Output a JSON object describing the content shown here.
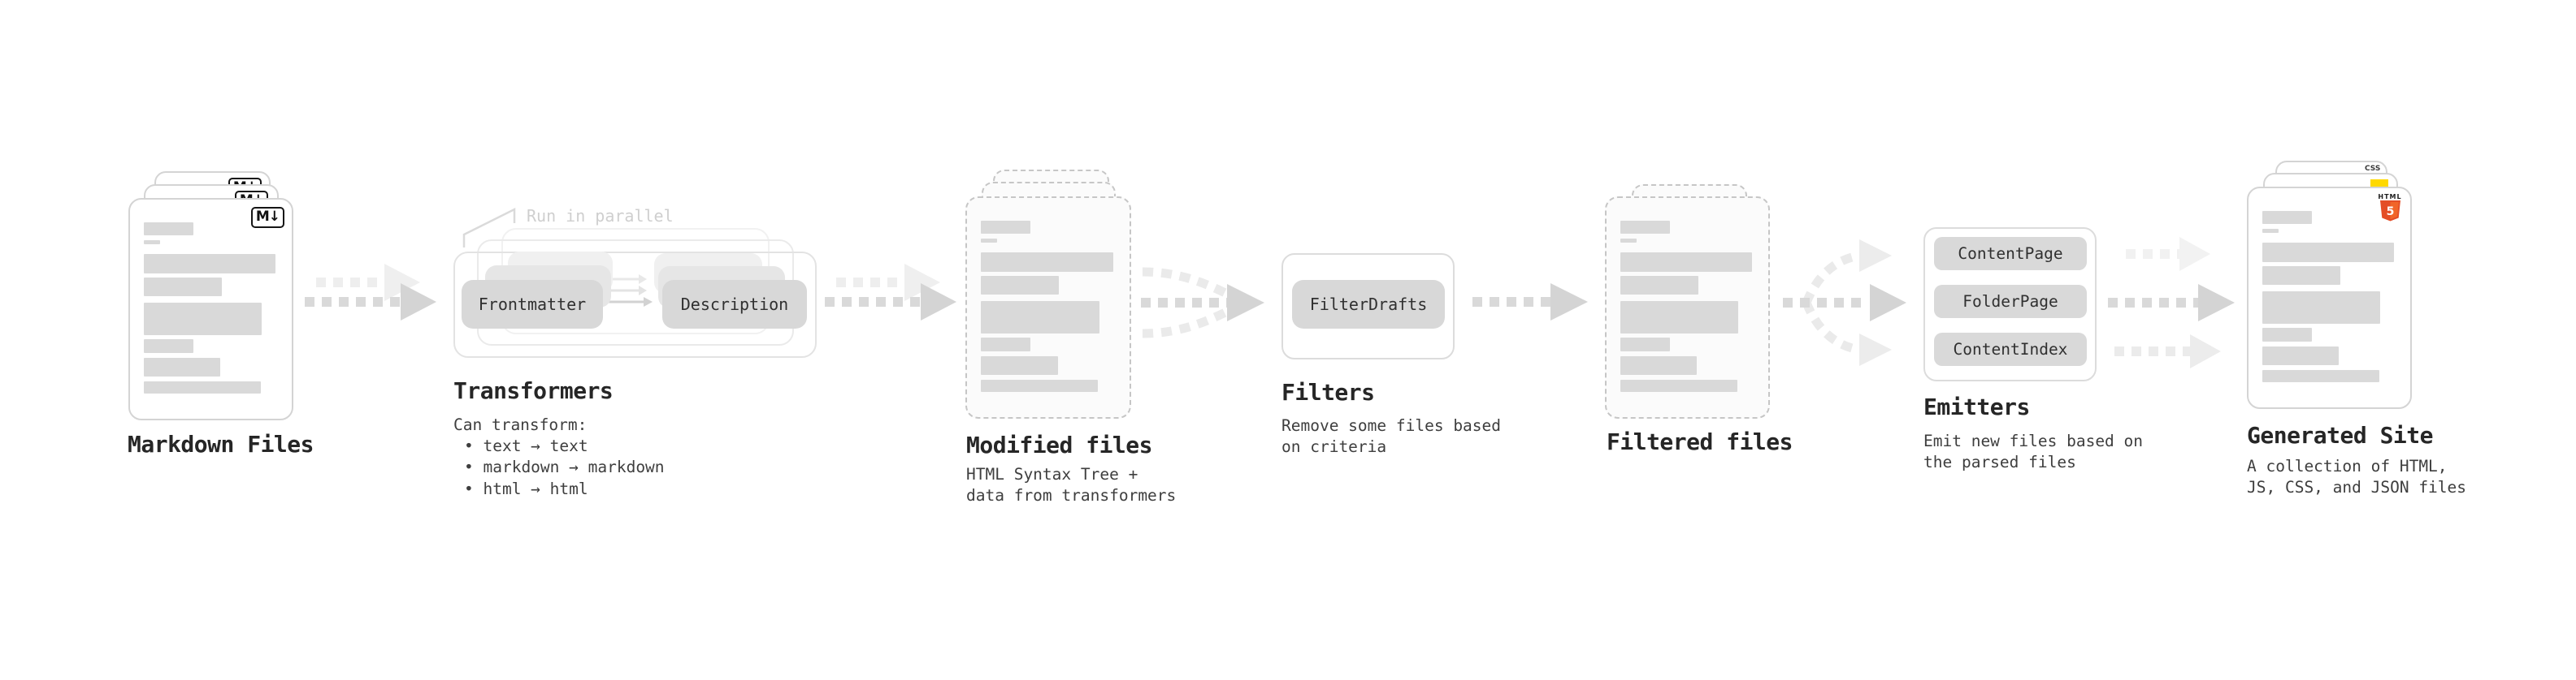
{
  "diagram": {
    "stages": {
      "markdown_files": {
        "label": "Markdown Files",
        "badge": "M↓"
      },
      "transformers": {
        "label": "Transformers",
        "note": "Run in parallel",
        "pills": [
          "Frontmatter",
          "Description"
        ],
        "desc_title": "Can transform:",
        "bullets": [
          "• text → text",
          "• markdown → markdown",
          "• html → html"
        ]
      },
      "modified_files": {
        "label": "Modified files",
        "desc": [
          "HTML Syntax Tree +",
          "data from transformers"
        ]
      },
      "filters": {
        "label": "Filters",
        "pill": "FilterDrafts",
        "desc": [
          "Remove some files based",
          "on criteria"
        ]
      },
      "filtered_files": {
        "label": "Filtered files"
      },
      "emitters": {
        "label": "Emitters",
        "buttons": [
          "ContentPage",
          "FolderPage",
          "ContentIndex"
        ],
        "desc": [
          "Emit new files based on",
          "the parsed files"
        ]
      },
      "generated_site": {
        "label": "Generated Site",
        "desc": [
          "A collection of HTML,",
          "JS, CSS, and JSON files"
        ],
        "badges": {
          "css": "CSS",
          "html": "HTML",
          "five": "5"
        }
      }
    },
    "colors": {
      "skeleton_bar": "#d9d9d9",
      "pill_gray": "#d8d8d8",
      "arrow_dark": "#d4d4d4",
      "arrow_light": "#ececec",
      "heading_text": "#262626",
      "body_text": "#3e3e3e",
      "muted_note": "#cfcfcf",
      "html5_orange": "#e44d26",
      "html5_orange_light": "#f16529",
      "js_yellow": "#ffd900",
      "css_blue": "#2b63f0"
    }
  }
}
